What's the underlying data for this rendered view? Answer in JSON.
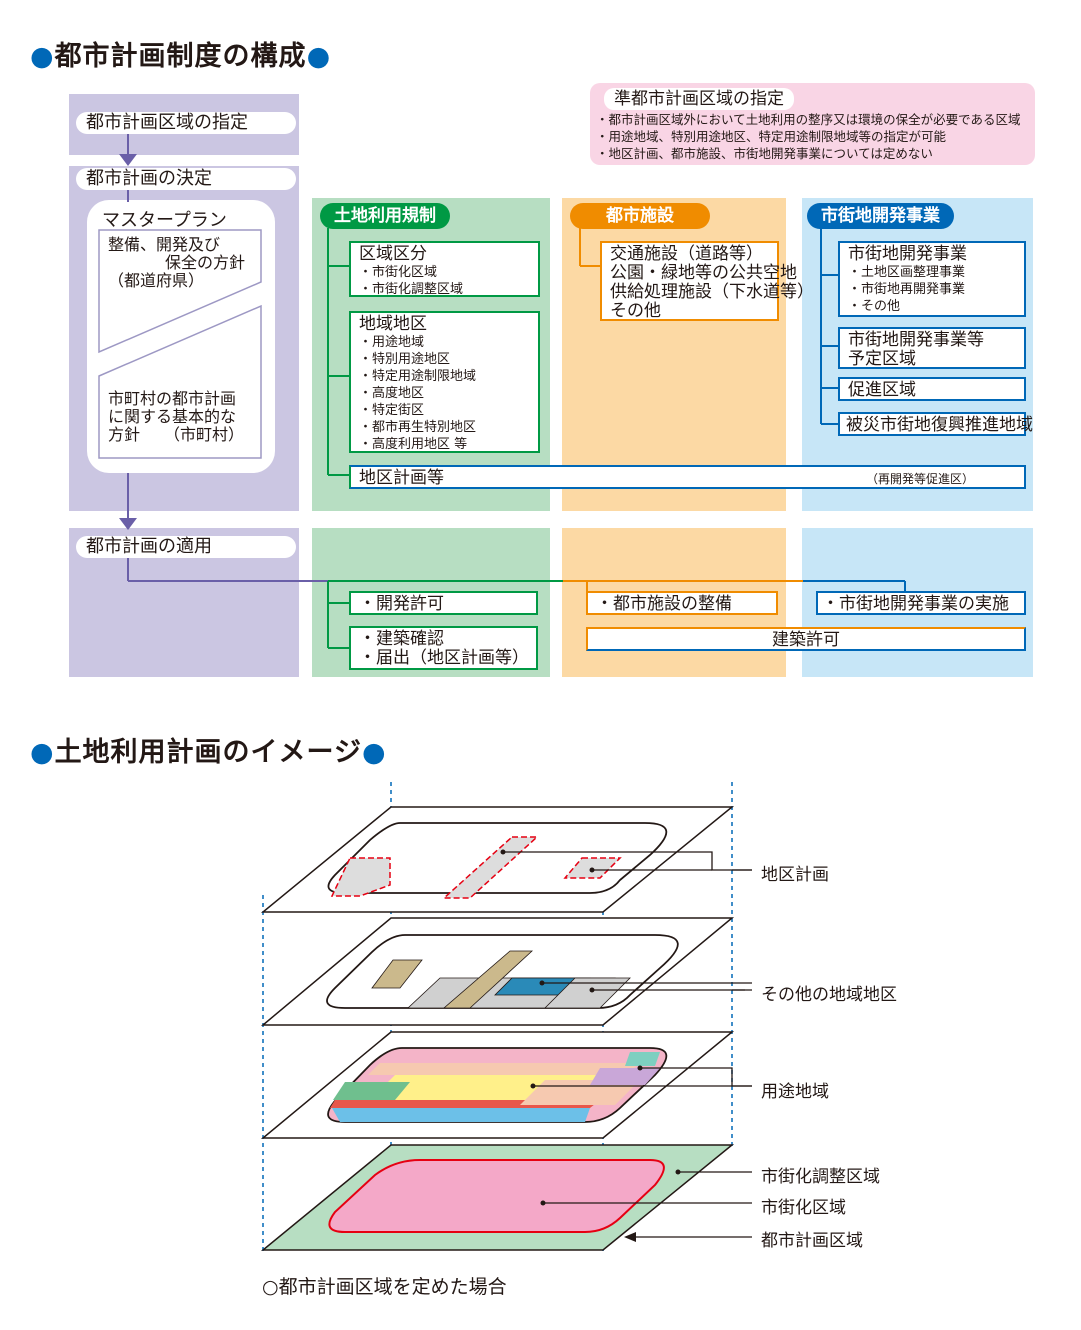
{
  "headings": {
    "structure": "都市計画制度の構成",
    "landuse": "土地利用計画のイメージ",
    "dot": "●"
  },
  "left": {
    "designation": "都市計画区域の指定",
    "decision": "都市計画の決定",
    "master_plan": "マスタープラン",
    "pref_line1": "整備、開発及び",
    "pref_line2": "保全の方針",
    "pref_line3": "（都道府県）",
    "muni_line1": "市町村の都市計画",
    "muni_line2": "に関する基本的な",
    "muni_line3": "方針　　（市町村）",
    "application": "都市計画の適用"
  },
  "quasi": {
    "title": "準都市計画区域の指定",
    "items": [
      "・都市計画区域外において土地利用の整序又は環境の保全が必要である区域",
      "・用途地域、特別用途地区、特定用途制限地域等の指定が可能",
      "・地区計画、都市施設、市街地開発事業については定めない"
    ]
  },
  "landuse": {
    "tag": "土地利用規制",
    "area_div_title": "区域区分",
    "area_div_items": [
      "・市街化区域",
      "・市街化調整区域"
    ],
    "zone_title": "地域地区",
    "zone_items": [
      "・用途地域",
      "・特別用途地区",
      "・特定用途制限地域",
      "・高度地区",
      "・特定街区",
      "・都市再生特別地区",
      "・高度利用地区 等"
    ],
    "district_plan": "地区計画等",
    "district_note": "（再開発等促進区）",
    "dev_permit": "・開発許可",
    "bldg_confirm": "・建築確認",
    "notification": "・届出（地区計画等）"
  },
  "facilities": {
    "tag": "都市施設",
    "items": [
      "交通施設（道路等）",
      "公園・緑地等の公共空地",
      "供給処理施設（下水道等）",
      "その他"
    ],
    "maintenance": "・都市施設の整備",
    "building_permit": "建築許可"
  },
  "urban_dev": {
    "tag": "市街地開発事業",
    "proj_title": "市街地開発事業",
    "proj_items": [
      "・土地区画整理事業",
      "・市街地再開発事業",
      "・その他"
    ],
    "planned_line1": "市街地開発事業等",
    "planned_line2": "予定区域",
    "promotion": "促進区域",
    "disaster": "被災市街地復興推進地域",
    "implementation": "・市街地開発事業の実施"
  },
  "image": {
    "labels": {
      "district_plan": "地区計画",
      "other_zones": "その他の地域地区",
      "use_zones": "用途地域",
      "urbanization_control": "市街化調整区域",
      "urbanization": "市街化区域",
      "planning_area": "都市計画区域"
    },
    "caption": "○都市計画区域を定めた場合"
  },
  "colors": {
    "lavender": "#cbc6e2",
    "green": "#b7dec2",
    "orange": "#fcd9a4",
    "blue": "#c7e6f7",
    "pink": "#f9d5e5",
    "accent_blue": "#0068b7",
    "accent_green": "#009944",
    "accent_orange": "#f08c00",
    "arrow_purple": "#6a5fa8"
  }
}
